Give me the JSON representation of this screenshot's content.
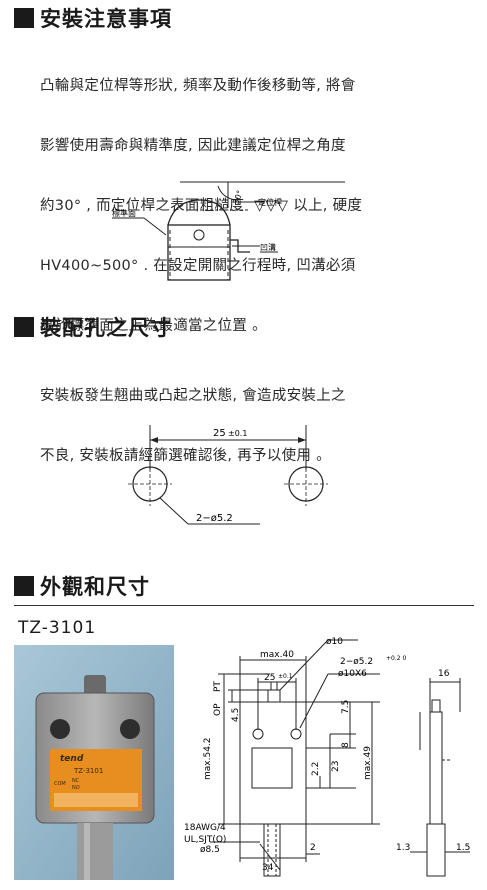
{
  "section1": {
    "title": "安裝注意事項",
    "lines": [
      "凸輪與定位桿等形狀, 頻率及動作後移動等, 將會",
      "影響使用壽命與精準度, 因此建議定位桿之角度",
      "約30° , 而定位桿之表面粗糙度  ▽▽▽ 以上, 硬度",
      "HV400~500° . 在設定開關之行程時, 凹溝必須",
      "高於標準面之上為最適當之位置 。"
    ],
    "diagram": {
      "angle_label": "30°",
      "dingweigan": "定位桿",
      "biaozhunmian": "標準面",
      "aogou": "凹溝"
    }
  },
  "section2": {
    "title": "裝配孔之尺寸",
    "lines": [
      "安裝板發生翹曲或凸起之狀態, 會造成安裝上之",
      "不良, 安裝板請經篩選確認後, 再予以使用 。"
    ],
    "diagram": {
      "spacing": "25",
      "tolerance": "±0.1",
      "holes": "2−ø5.2"
    }
  },
  "section3": {
    "title": "外觀和尺寸",
    "model": "TZ-3101",
    "photo": {
      "brand": "tend",
      "model": "TZ-3101",
      "com": "COM",
      "nc": "NC",
      "no": "NO"
    },
    "dims": {
      "d10": "ø10",
      "max40": "max.40",
      "holes": "2−ø5.2",
      "holes_tol": "+0.2\n0",
      "slot": "ø10X6",
      "d25": "25",
      "d25_tol": "±0.1",
      "pt": "PT",
      "op": "OP",
      "d4_5": "4.5",
      "d7_5": "7.5",
      "max54_2": "max.54.2",
      "d8": "8",
      "max49": "max.49",
      "d2_2": "2.2",
      "d23": "23",
      "d16": "16",
      "cable1": "18AWG/4",
      "cable2": "UL,SJT(O)",
      "d8_5": "ø8.5",
      "d34": "34",
      "d2": "2",
      "d1_3": "1.3",
      "d1_5": "1.5"
    }
  }
}
